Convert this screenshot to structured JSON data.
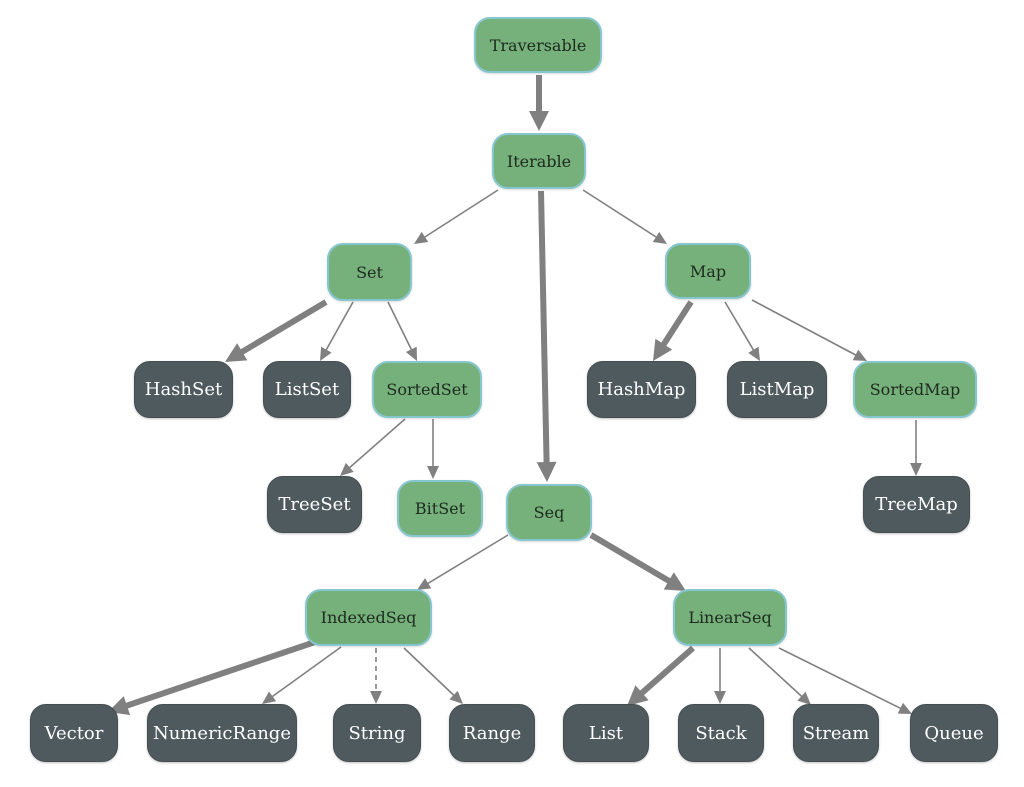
{
  "colors": {
    "trait_fill": "#76b07a",
    "trait_border": "#86c6cf",
    "class_fill": "#4f5a5e",
    "edge": "#808080"
  },
  "nodes": [
    {
      "id": "traversable",
      "label": "Traversable",
      "kind": "trait"
    },
    {
      "id": "iterable",
      "label": "Iterable",
      "kind": "trait"
    },
    {
      "id": "set",
      "label": "Set",
      "kind": "trait"
    },
    {
      "id": "map",
      "label": "Map",
      "kind": "trait"
    },
    {
      "id": "seq",
      "label": "Seq",
      "kind": "trait"
    },
    {
      "id": "hashset",
      "label": "HashSet",
      "kind": "class"
    },
    {
      "id": "listset",
      "label": "ListSet",
      "kind": "class"
    },
    {
      "id": "sortedset",
      "label": "SortedSet",
      "kind": "trait"
    },
    {
      "id": "treeset",
      "label": "TreeSet",
      "kind": "class"
    },
    {
      "id": "bitset",
      "label": "BitSet",
      "kind": "trait"
    },
    {
      "id": "hashmap",
      "label": "HashMap",
      "kind": "class"
    },
    {
      "id": "listmap",
      "label": "ListMap",
      "kind": "class"
    },
    {
      "id": "sortedmap",
      "label": "SortedMap",
      "kind": "trait"
    },
    {
      "id": "treemap",
      "label": "TreeMap",
      "kind": "class"
    },
    {
      "id": "indexedseq",
      "label": "IndexedSeq",
      "kind": "trait"
    },
    {
      "id": "linearseq",
      "label": "LinearSeq",
      "kind": "trait"
    },
    {
      "id": "vector",
      "label": "Vector",
      "kind": "class"
    },
    {
      "id": "numericrange",
      "label": "NumericRange",
      "kind": "class"
    },
    {
      "id": "string",
      "label": "String",
      "kind": "class"
    },
    {
      "id": "range",
      "label": "Range",
      "kind": "class"
    },
    {
      "id": "list",
      "label": "List",
      "kind": "class"
    },
    {
      "id": "stack",
      "label": "Stack",
      "kind": "class"
    },
    {
      "id": "stream",
      "label": "Stream",
      "kind": "class"
    },
    {
      "id": "queue",
      "label": "Queue",
      "kind": "class"
    }
  ],
  "edges": [
    {
      "from": "traversable",
      "to": "iterable",
      "style": "thick"
    },
    {
      "from": "iterable",
      "to": "set",
      "style": "thin"
    },
    {
      "from": "iterable",
      "to": "seq",
      "style": "thick"
    },
    {
      "from": "iterable",
      "to": "map",
      "style": "thin"
    },
    {
      "from": "set",
      "to": "hashset",
      "style": "thick"
    },
    {
      "from": "set",
      "to": "listset",
      "style": "thin"
    },
    {
      "from": "set",
      "to": "sortedset",
      "style": "thin"
    },
    {
      "from": "sortedset",
      "to": "treeset",
      "style": "thin"
    },
    {
      "from": "sortedset",
      "to": "bitset",
      "style": "thin"
    },
    {
      "from": "map",
      "to": "hashmap",
      "style": "thick"
    },
    {
      "from": "map",
      "to": "listmap",
      "style": "thin"
    },
    {
      "from": "map",
      "to": "sortedmap",
      "style": "thin"
    },
    {
      "from": "sortedmap",
      "to": "treemap",
      "style": "thin"
    },
    {
      "from": "seq",
      "to": "indexedseq",
      "style": "thin"
    },
    {
      "from": "seq",
      "to": "linearseq",
      "style": "thick"
    },
    {
      "from": "indexedseq",
      "to": "vector",
      "style": "thick"
    },
    {
      "from": "indexedseq",
      "to": "numericrange",
      "style": "thin"
    },
    {
      "from": "indexedseq",
      "to": "string",
      "style": "dashed"
    },
    {
      "from": "indexedseq",
      "to": "range",
      "style": "thin"
    },
    {
      "from": "linearseq",
      "to": "list",
      "style": "thick"
    },
    {
      "from": "linearseq",
      "to": "stack",
      "style": "thin"
    },
    {
      "from": "linearseq",
      "to": "stream",
      "style": "thin"
    },
    {
      "from": "linearseq",
      "to": "queue",
      "style": "thin"
    }
  ]
}
